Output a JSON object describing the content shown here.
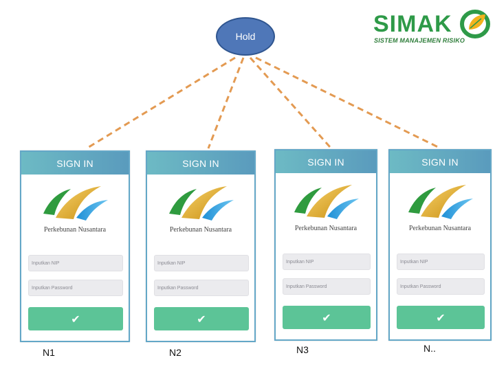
{
  "hub": {
    "label": "Hold"
  },
  "logo": {
    "word": "SIMAK",
    "tagline": "SISTEM MANAJEMEN RISIKO"
  },
  "connector_color": "#e39a52",
  "panels": [
    {
      "header": "SIGN IN",
      "brand": "Perkebunan Nusantara",
      "nip_placeholder": "Inputkan NIP",
      "password_placeholder": "Inputkan Password",
      "submit_icon": "checkmark-icon",
      "node_label": "N1"
    },
    {
      "header": "SIGN IN",
      "brand": "Perkebunan Nusantara",
      "nip_placeholder": "Inputkan NIP",
      "password_placeholder": "Inputkan Password",
      "submit_icon": "checkmark-icon",
      "node_label": "N2"
    },
    {
      "header": "SIGN IN",
      "brand": "Perkebunan Nusantara",
      "nip_placeholder": "Inputkan NIP",
      "password_placeholder": "Inputkan Password",
      "submit_icon": "checkmark-icon",
      "node_label": "N3"
    },
    {
      "header": "SIGN IN",
      "brand": "Perkebunan Nusantara",
      "nip_placeholder": "Inputkan NIP",
      "password_placeholder": "Inputkan Password",
      "submit_icon": "checkmark-icon",
      "node_label": "N.."
    }
  ]
}
